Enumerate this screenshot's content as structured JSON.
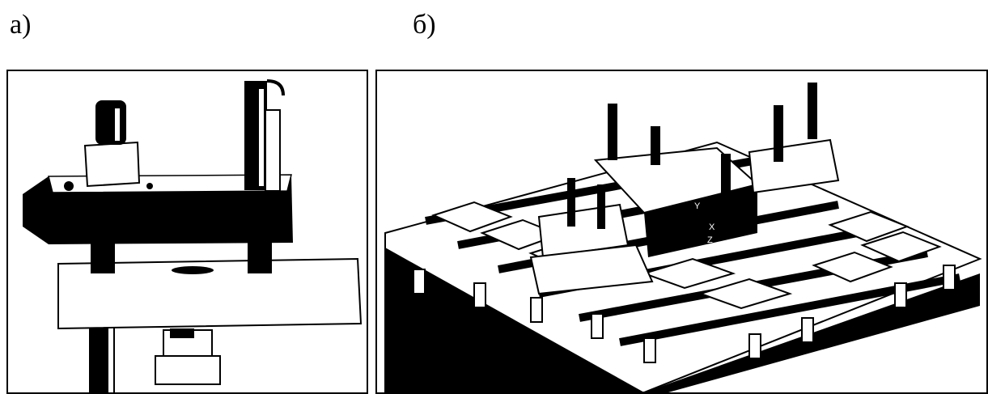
{
  "figure": {
    "label_a": "а)",
    "label_b": "б)"
  },
  "annotations": {
    "axis_x": "X",
    "axis_y": "Y",
    "axis_z": "Z"
  },
  "colors": {
    "ink": "#000000",
    "paper": "#ffffff"
  },
  "icons": {
    "panel_a": "clamp-assembly-illustration",
    "panel_b": "fixture-table-illustration"
  }
}
